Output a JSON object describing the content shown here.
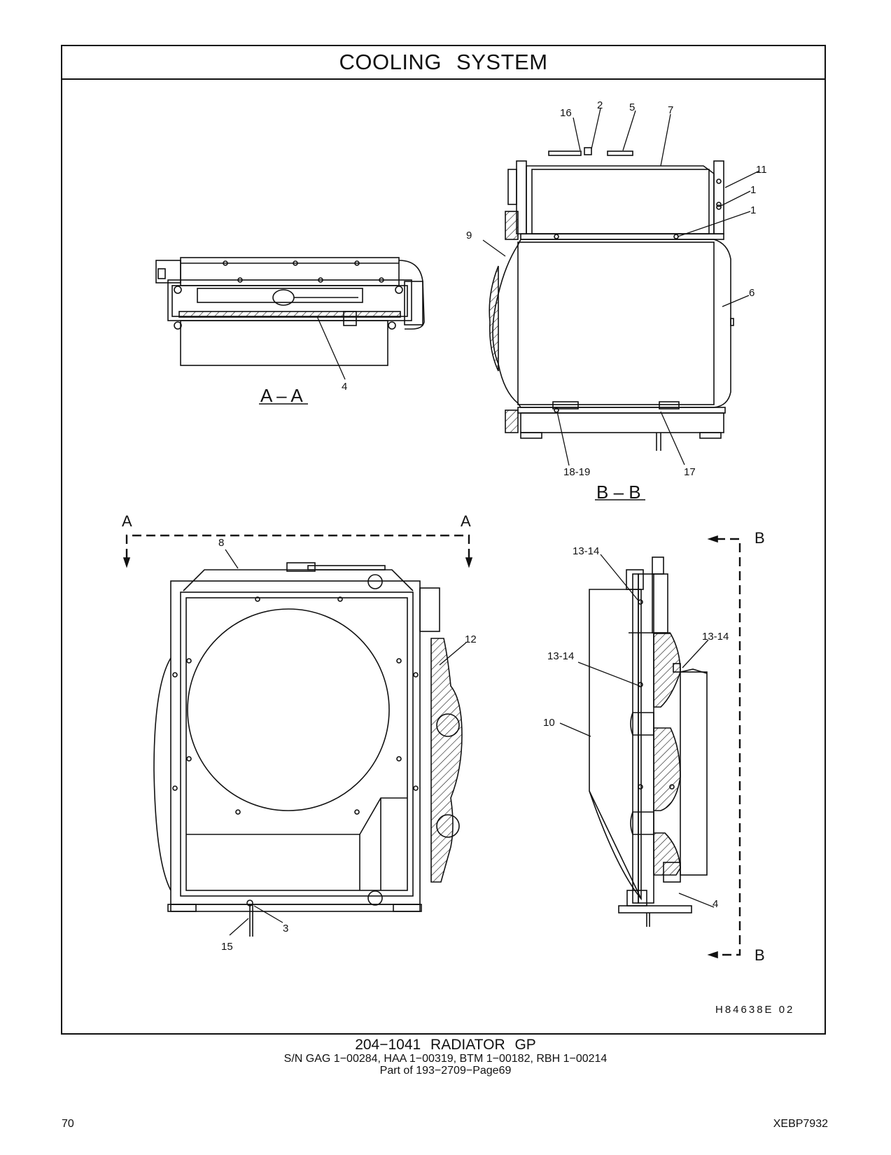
{
  "header": {
    "title": "COOLING SYSTEM"
  },
  "views": {
    "section_aa": "A – A",
    "section_bb": "B – B",
    "cut_a_left": "A",
    "cut_a_right": "A",
    "cut_b_top": "B",
    "cut_b_bottom": "B"
  },
  "callouts": {
    "c16": "16",
    "c2": "2",
    "c5": "5",
    "c7": "7",
    "c11": "11",
    "c1a": "1",
    "c1b": "1",
    "c9": "9",
    "c6": "6",
    "c18_19": "18-19",
    "c17": "17",
    "c4_aa": "4",
    "c8": "8",
    "c12": "12",
    "c3": "3",
    "c15": "15",
    "c13_14a": "13-14",
    "c13_14b": "13-14",
    "c13_14c": "13-14",
    "c10": "10",
    "c4_side": "4"
  },
  "illustration_code": "H84638E 02",
  "footer": {
    "part_title": "204−1041 RADIATOR GP",
    "serial_line": "S/N GAG 1−00284, HAA 1−00319, BTM 1−00182, RBH 1−00214",
    "part_of": "Part of 193−2709−Page69",
    "page_number": "70",
    "doc_code": "XEBP7932"
  }
}
